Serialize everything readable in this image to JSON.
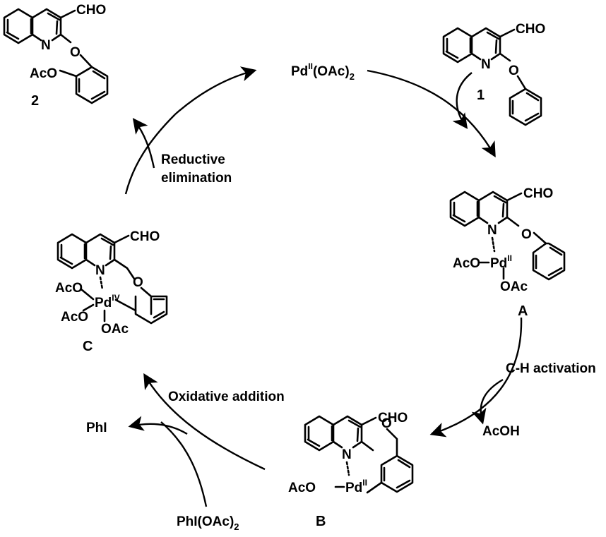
{
  "catalyst": {
    "main": "Pd",
    "ox": "II",
    "ligand": "(OAc)",
    "count": "2"
  },
  "steps": {
    "reductive_line1": "Reductive",
    "reductive_line2": "elimination",
    "ch_activation": "C-H activation",
    "oxidative_addition": "Oxidative addition"
  },
  "byproducts": {
    "acoh": "AcOH",
    "phi": "PhI"
  },
  "oxidant": {
    "main": "PhI(OAc)",
    "count": "2"
  },
  "labels": {
    "product": "2",
    "substrate": "1",
    "A": "A",
    "B": "B",
    "C": "C"
  },
  "groups": {
    "cho": "CHO",
    "n": "N",
    "o": "O",
    "aco": "AcO",
    "oac": "OAc",
    "pd": "Pd",
    "pd_ii": "II",
    "pd_iv": "IV"
  }
}
